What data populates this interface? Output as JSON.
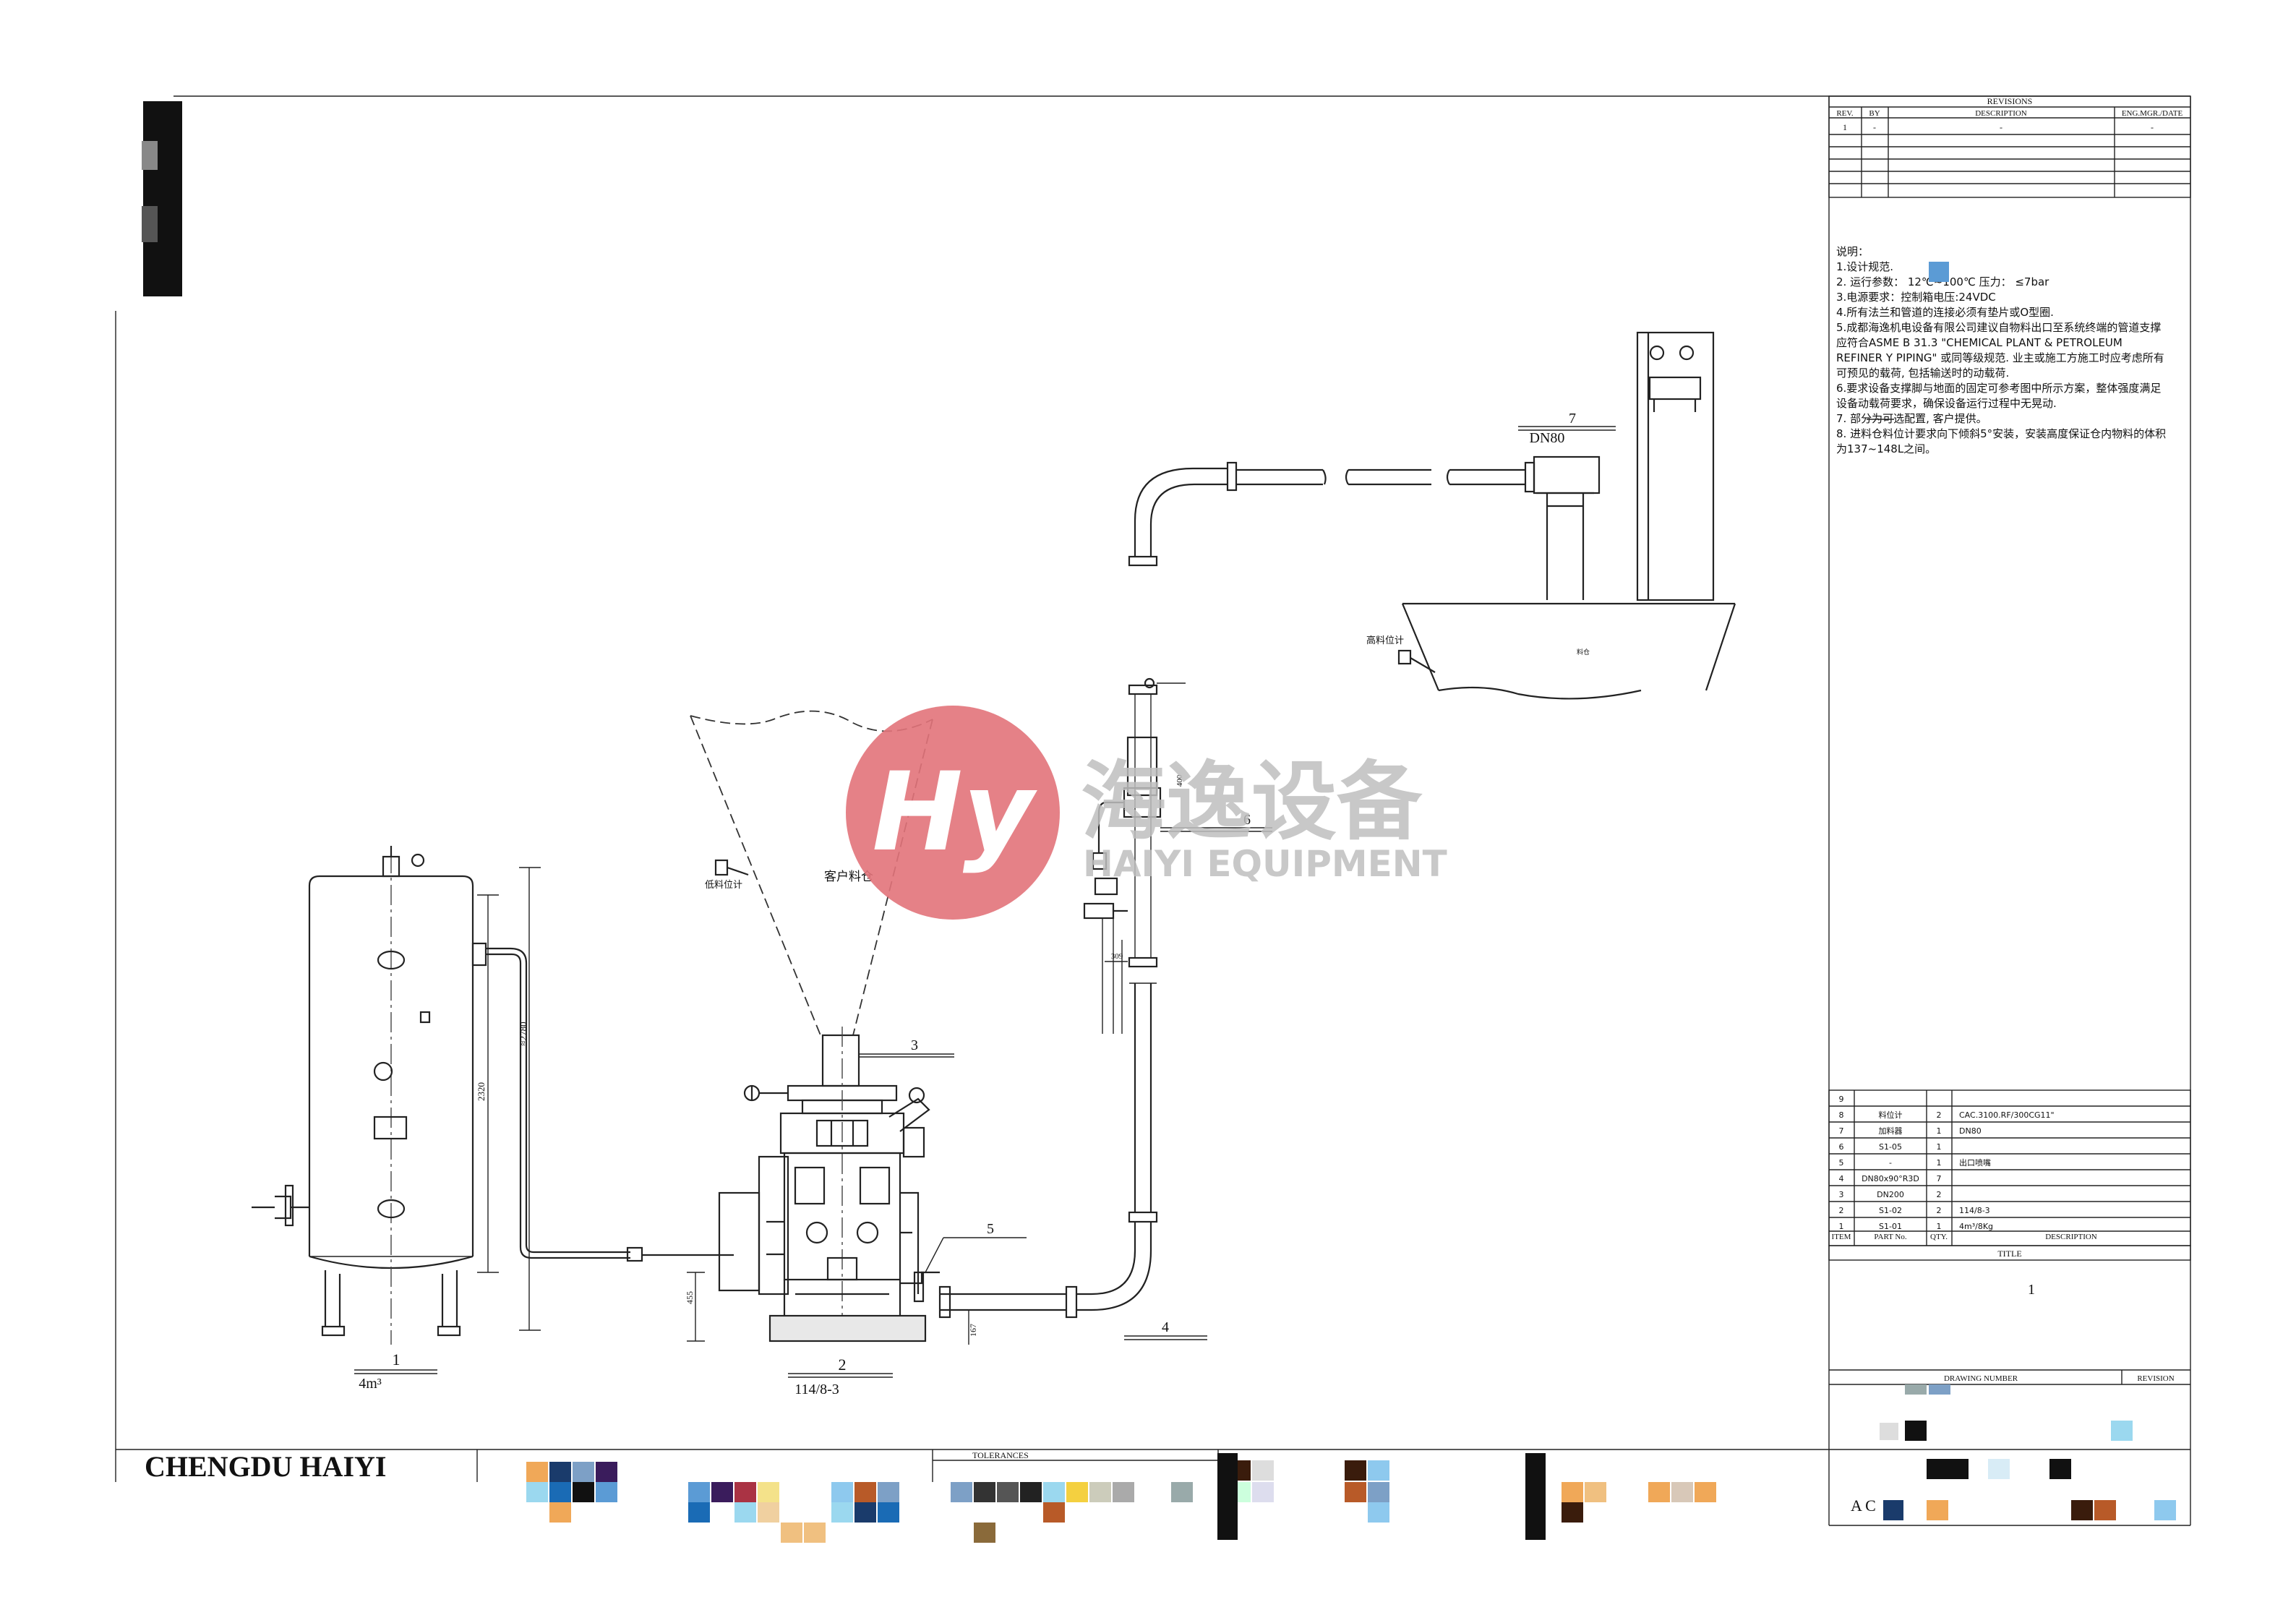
{
  "title_block": {
    "company": "CHENGDU HAIYI",
    "tolerances_label": "TOLERANCES",
    "title_label": "TITLE",
    "title_value": "1",
    "drawing_number_label": "DRAWING NUMBER",
    "revision_label": "REVISION",
    "bottom_code": "A C"
  },
  "revisions": {
    "heading": "REVISIONS",
    "columns": [
      "REV.",
      "BY",
      "DESCRIPTION",
      "ENG.MGR./DATE"
    ],
    "rows": [
      [
        "1",
        "-",
        "-",
        "-"
      ]
    ]
  },
  "notes": {
    "heading": "说明：",
    "lines": [
      "1.设计规范.",
      "2. 运行参数：       12℃~100℃      压力：   ≤7bar",
      "3.电源要求：控制箱电压:24VDC",
      "4.所有法兰和管道的连接必须有垫片或O型圈.",
      "5.成都海逸机电设备有限公司建议自物料出口至系统终端的管道支撑",
      "应符合ASME  B 31.3    \"CHEMICAL PLANT & PETROLEUM",
      "REFINER Y PIPING\" 或同等级规范. 业主或施工方施工时应考虑所有",
      "可预见的载荷, 包括输送时的动载荷.",
      "6.要求设备支撑脚与地面的固定可参考图中所示方案，整体强度满足",
      "设备动载荷要求，确保设备运行过程中无晃动.",
      "7.          部分为可选配置, 客户提供。",
      "8. 进料仓料位计要求向下倾斜5°安装，安装高度保证仓内物料的体积",
      "为137~148L之间。"
    ]
  },
  "parts_list": {
    "columns": [
      "ITEM",
      "PART No.",
      "QTY.",
      "DESCRIPTION"
    ],
    "rows": [
      [
        "9",
        "",
        "",
        ""
      ],
      [
        "8",
        "料位计",
        "2",
        "CAC.3100.RF/300CG11\""
      ],
      [
        "7",
        "加料器",
        "1",
        "DN80"
      ],
      [
        "6",
        "S1-05",
        "1",
        ""
      ],
      [
        "5",
        "-",
        "1",
        "出口喷嘴"
      ],
      [
        "4",
        "DN80x90°R3D",
        "7",
        ""
      ],
      [
        "3",
        "DN200",
        "2",
        ""
      ],
      [
        "2",
        "S1-02",
        "2",
        "114/8-3"
      ],
      [
        "1",
        "S1-01",
        "1",
        "4m³/8Kg"
      ]
    ]
  },
  "callouts": {
    "c1": "1",
    "c1_sub": "4m³",
    "c2": "2",
    "c2_sub": "114/8-3",
    "c3": "3",
    "c4": "4",
    "c5": "5",
    "c6": "6",
    "c7": "7",
    "c7_sub": "DN80"
  },
  "labels": {
    "low_level": "低料位计",
    "customer_bin": "客户料仓",
    "high_level": "高料位计",
    "bin_small": "料仓"
  },
  "dimensions": {
    "tank_height": "2320",
    "tank_total": "≈2780",
    "d455": "455",
    "d167": "167",
    "d309": "309",
    "d400": "400"
  },
  "watermark": {
    "logo": "Hy",
    "cn": "海逸设备",
    "en": "HAIYI EQUIPMENT",
    "colors": {
      "logo": "#e2737a",
      "text": "#bfbfbf"
    }
  }
}
